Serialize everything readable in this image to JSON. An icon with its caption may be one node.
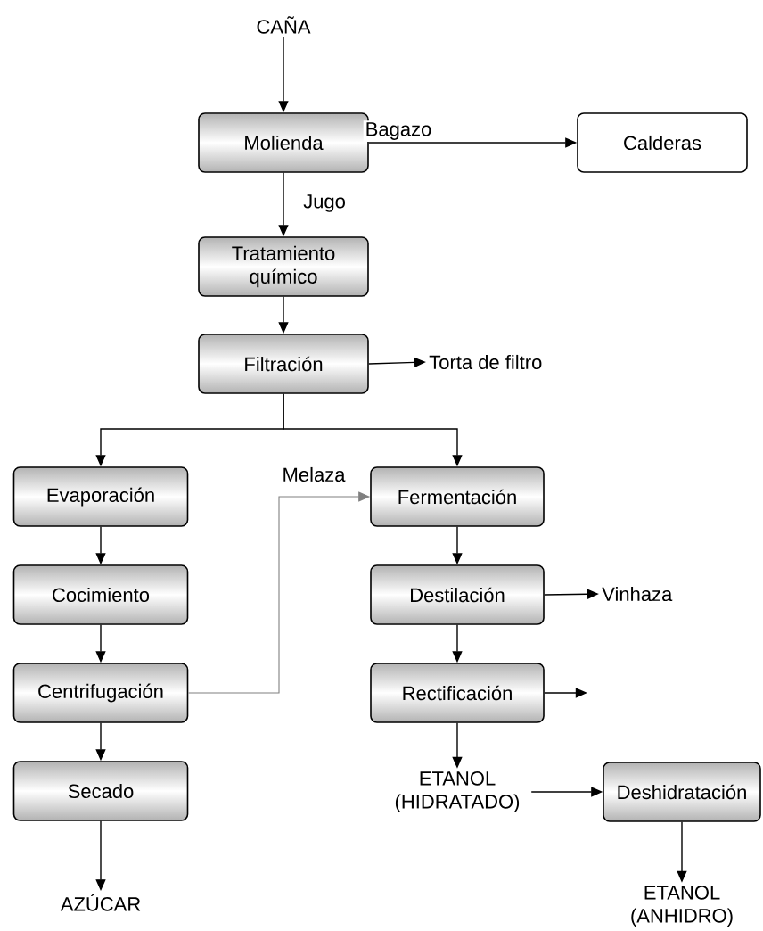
{
  "diagram": {
    "nodes": [
      {
        "text": [
          "CAÑA"
        ]
      },
      {
        "text": [
          "Molienda"
        ]
      },
      {
        "text": [
          "Calderas"
        ]
      },
      {
        "text": [
          "Tratamiento químico"
        ]
      },
      {
        "text": [
          "Filtración"
        ]
      },
      {
        "text": [
          "Torta de filtro"
        ]
      },
      {
        "text": [
          "Evaporación"
        ]
      },
      {
        "text": [
          "Fermentación"
        ]
      },
      {
        "text": [
          "Cocimiento"
        ]
      },
      {
        "text": [
          "Destilación"
        ]
      },
      {
        "text": [
          "Vinhaza"
        ]
      },
      {
        "text": [
          "Centrifugación"
        ]
      },
      {
        "text": [
          "Rectificación"
        ]
      },
      {
        "text": [
          "Secado"
        ]
      },
      {
        "text": [
          "ETANOL (HIDRATADO)"
        ]
      },
      {
        "text": [
          "Deshidratación"
        ]
      },
      {
        "text": [
          "AZÚCAR"
        ]
      },
      {
        "text": [
          "ETANOL (ANHIDRO)"
        ]
      }
    ],
    "edges": [
      {
        "from": 0,
        "to": 1,
        "arrow": "to"
      },
      {
        "from": 1,
        "to": 2,
        "arrow": "to",
        "label": "Bagazo"
      },
      {
        "from": 1,
        "to": 3,
        "arrow": "to",
        "label": "Jugo"
      },
      {
        "from": 3,
        "to": 4,
        "arrow": "to"
      },
      {
        "from": 4,
        "to": 5,
        "arrow": "to"
      },
      {
        "from": 4,
        "to": 6,
        "arrow": "to"
      },
      {
        "from": 4,
        "to": 7,
        "arrow": "to"
      },
      {
        "from": 6,
        "to": 8,
        "arrow": "to"
      },
      {
        "from": 8,
        "to": 11,
        "arrow": "to"
      },
      {
        "from": 11,
        "to": 7,
        "arrow": "to",
        "label": "Melaza",
        "color": "#808080"
      },
      {
        "from": 11,
        "to": 13,
        "arrow": "to"
      },
      {
        "from": 7,
        "to": 9,
        "arrow": "to"
      },
      {
        "from": 9,
        "to": 10,
        "arrow": "to"
      },
      {
        "from": 9,
        "to": 12,
        "arrow": "to"
      },
      {
        "from": 12,
        "to": null,
        "arrow": "to"
      },
      {
        "from": 12,
        "to": 14,
        "arrow": "to"
      },
      {
        "from": 14,
        "to": 15,
        "arrow": "to"
      },
      {
        "from": 13,
        "to": 16,
        "arrow": "to"
      },
      {
        "from": 15,
        "to": 17,
        "arrow": "to"
      }
    ]
  }
}
